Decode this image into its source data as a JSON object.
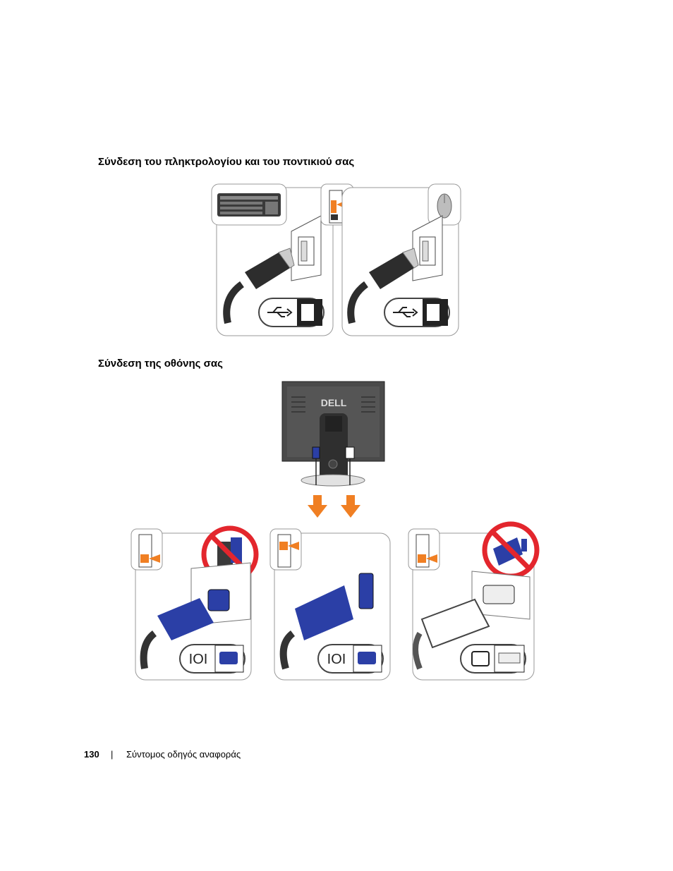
{
  "section_keyboard_mouse": {
    "title": "Σύνδεση του πληκτρολογίου και του ποντικιού σας"
  },
  "section_monitor": {
    "title": "Σύνδεση της οθόνης σας"
  },
  "monitor": {
    "brand": "DELL"
  },
  "footer": {
    "page_number": "130",
    "separator": "|",
    "doc_title": "Σύντομος οδηγός αναφοράς"
  },
  "colors": {
    "arrow": "#f07f23",
    "connector_blue": "#2b3fa6",
    "prohibition_red": "#e3262d"
  }
}
